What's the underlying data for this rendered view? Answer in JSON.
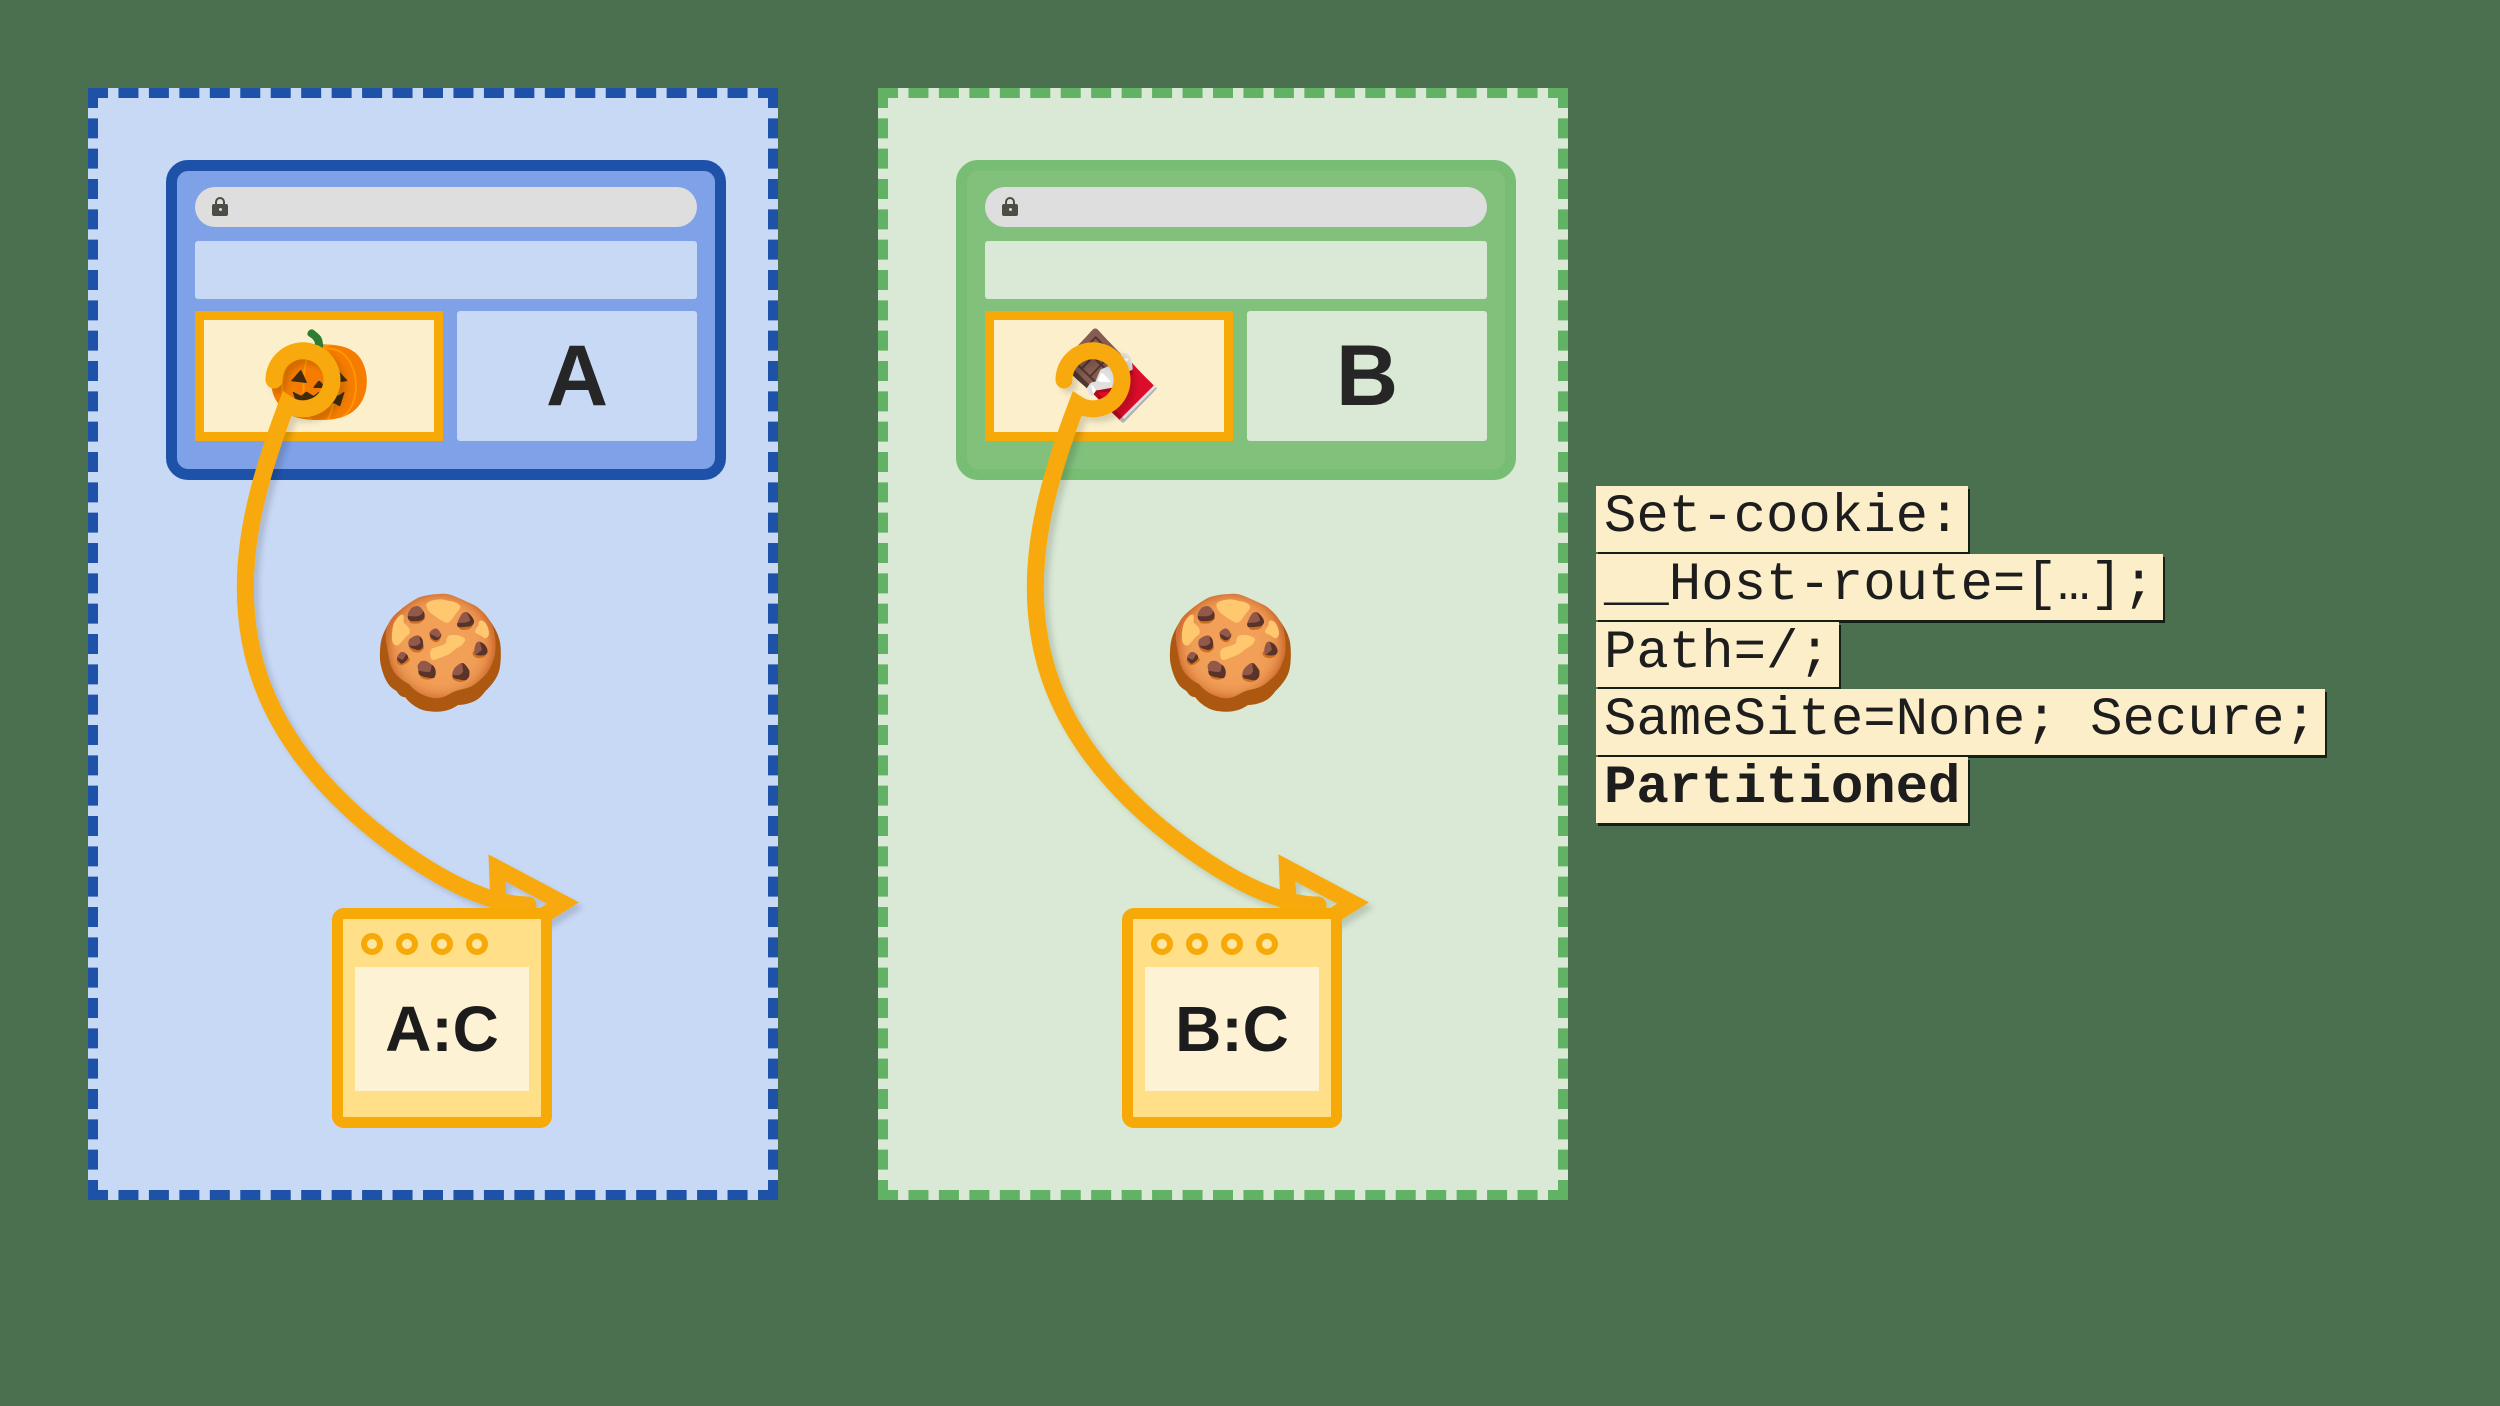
{
  "diagram": {
    "background_color": "#4a7050",
    "partitions": [
      {
        "id": "partition-a",
        "border_color": "#1e52a8",
        "fill_color": "#c8d9f6",
        "browser": {
          "frame_color": "#1e52a8",
          "chrome_color": "#7ea1e8",
          "urlbar": {
            "icon": "lock-icon",
            "value": "",
            "placeholder": ""
          },
          "embed": {
            "icon": "jack-o-lantern-emoji",
            "glyph": "🎃",
            "border_color": "#f7a908",
            "fill_color": "#fcf0cc"
          },
          "site_label": "A"
        },
        "cookie": {
          "icon": "cookie-emoji",
          "glyph": "🍪"
        },
        "storage": {
          "label": "A:C",
          "dot_count": 4,
          "border_color": "#f7a908",
          "fill_color": "#ffdf87"
        }
      },
      {
        "id": "partition-b",
        "border_color": "#61b265",
        "fill_color": "#d9e9d5",
        "browser": {
          "frame_color": "#77bd73",
          "chrome_color": "#81c17c",
          "urlbar": {
            "icon": "lock-icon",
            "value": "",
            "placeholder": ""
          },
          "embed": {
            "icon": "chocolate-bar-emoji",
            "glyph": "🍫",
            "border_color": "#f7a908",
            "fill_color": "#fcf0cc"
          },
          "site_label": "B"
        },
        "cookie": {
          "icon": "cookie-emoji",
          "glyph": "🍪"
        },
        "storage": {
          "label": "B:C",
          "dot_count": 4,
          "border_color": "#f7a908",
          "fill_color": "#ffdf87"
        }
      }
    ],
    "arrow_color": "#f7a908",
    "code": {
      "highlight_color": "#fbeec9",
      "lines": [
        {
          "text": "Set-cookie:",
          "bold": false
        },
        {
          "text": "__Host-route=[…];",
          "bold": false
        },
        {
          "text": "Path=/;",
          "bold": false
        },
        {
          "text": "SameSite=None; Secure;",
          "bold": false
        },
        {
          "text": "Partitioned",
          "bold": true
        }
      ]
    }
  }
}
